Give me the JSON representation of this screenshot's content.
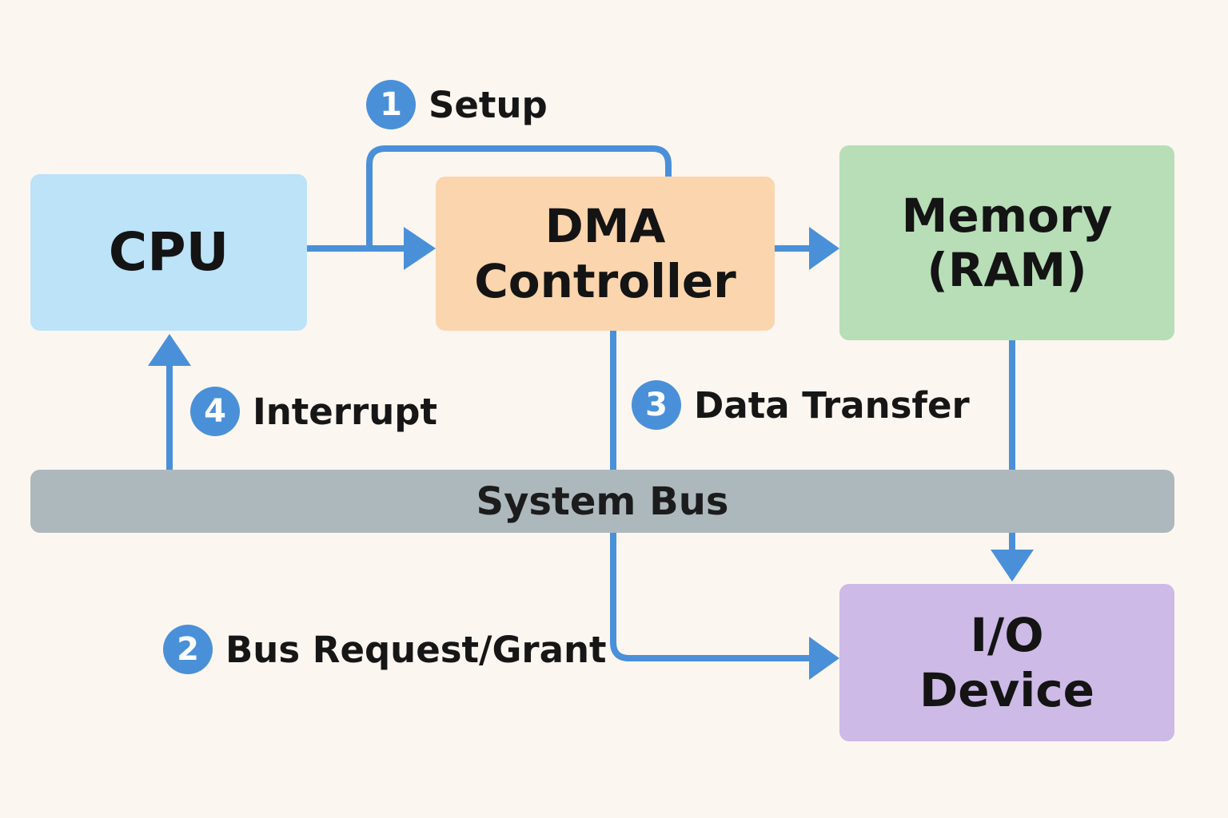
{
  "colors": {
    "background": "#fbf6f0",
    "arrow": "#4a90d9",
    "badge": "#4a90d9",
    "cpu": "#bce3f8",
    "dma": "#fad5ad",
    "memory": "#b7deb6",
    "io": "#cdbae6",
    "bus": "#adb8bd"
  },
  "blocks": {
    "cpu": {
      "label": [
        "CPU"
      ]
    },
    "dma": {
      "label": [
        "DMA",
        "Controller"
      ]
    },
    "memory": {
      "label": [
        "Memory",
        "(RAM)"
      ]
    },
    "io": {
      "label": [
        "I/O",
        "Device"
      ]
    }
  },
  "bus": {
    "label": "System Bus"
  },
  "steps": [
    {
      "number": "1",
      "label": "Setup"
    },
    {
      "number": "2",
      "label": "Bus Request/Grant"
    },
    {
      "number": "3",
      "label": "Data Transfer"
    },
    {
      "number": "4",
      "label": "Interrupt"
    }
  ]
}
